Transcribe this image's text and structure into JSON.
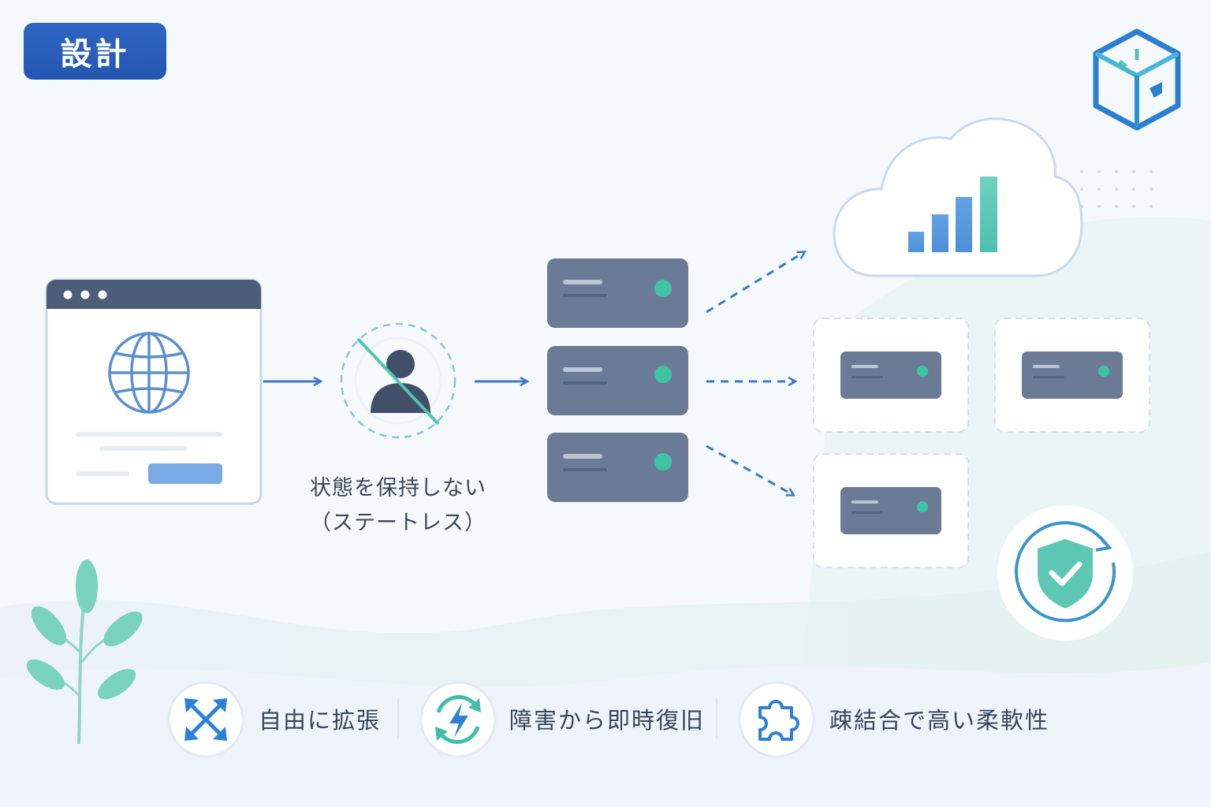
{
  "header": {
    "badge_label": "設計"
  },
  "stateless": {
    "line1": "状態を保持しない",
    "line2": "（ステートレス）"
  },
  "features": [
    {
      "icon": "expand-arrows-icon",
      "label": "自由に拡張"
    },
    {
      "icon": "lightning-refresh-icon",
      "label": "障害から即時復旧"
    },
    {
      "icon": "puzzle-piece-icon",
      "label": "疎結合で高い柔軟性"
    }
  ],
  "colors": {
    "badge": "#2456b0",
    "server": "#6b7b96",
    "server_led": "#3ec4a4",
    "arrow": "#3a78c9",
    "accent_teal": "#4fc6ad"
  }
}
